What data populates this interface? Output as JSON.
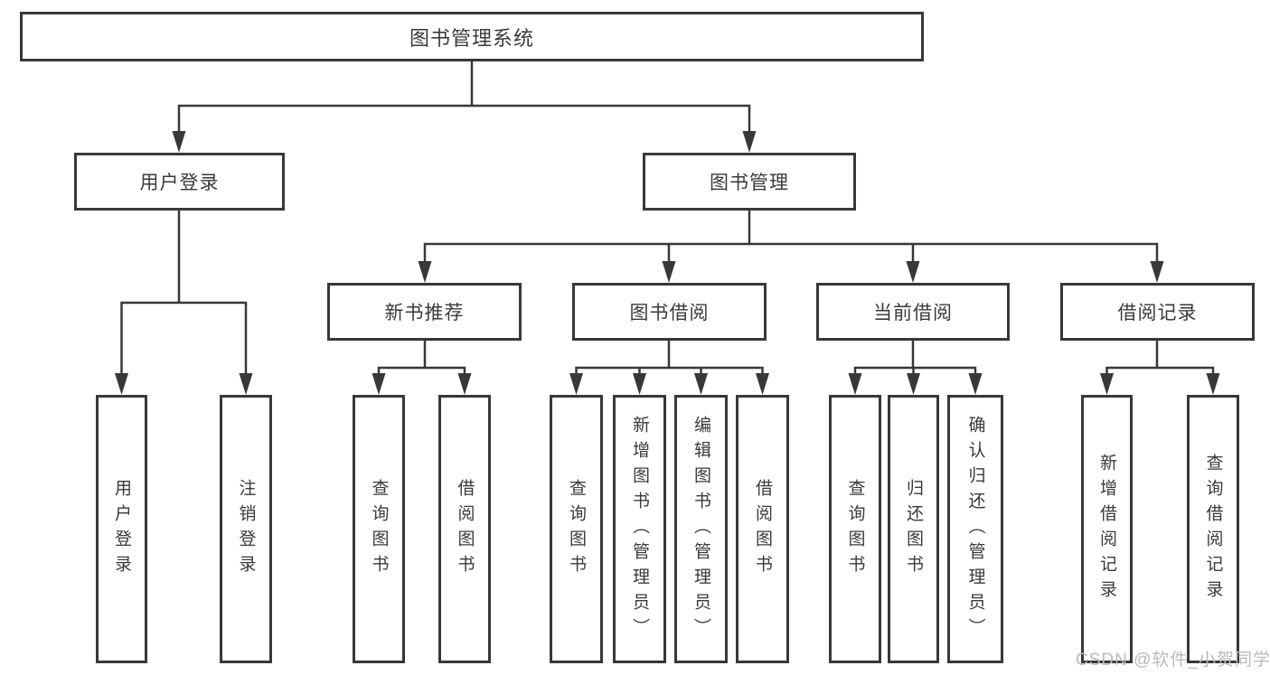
{
  "diagram": {
    "type": "hierarchy",
    "root": {
      "label": "图书管理系统"
    },
    "branches": [
      {
        "label": "用户登录",
        "children": [
          {
            "label": "用户登录"
          },
          {
            "label": "注销登录"
          }
        ]
      },
      {
        "label": "图书管理",
        "children": [
          {
            "label": "新书推荐",
            "children": [
              {
                "label": "查询图书"
              },
              {
                "label": "借阅图书"
              }
            ]
          },
          {
            "label": "图书借阅",
            "children": [
              {
                "label": "查询图书"
              },
              {
                "label": "新增图书（管理员）"
              },
              {
                "label": "编辑图书（管理员）"
              },
              {
                "label": "借阅图书"
              }
            ]
          },
          {
            "label": "当前借阅",
            "children": [
              {
                "label": "查询图书"
              },
              {
                "label": "归还图书"
              },
              {
                "label": "确认归还（管理员）"
              }
            ]
          },
          {
            "label": "借阅记录",
            "children": [
              {
                "label": "新增借阅记录"
              },
              {
                "label": "查询借阅记录"
              }
            ]
          }
        ]
      }
    ]
  },
  "watermark": {
    "text": "CSDN @软件_小贺同学"
  },
  "colors": {
    "line": "#383838",
    "box_border": "#383838",
    "text": "#3a3a3a",
    "watermark": "#b9b9b9",
    "background": "#ffffff"
  }
}
